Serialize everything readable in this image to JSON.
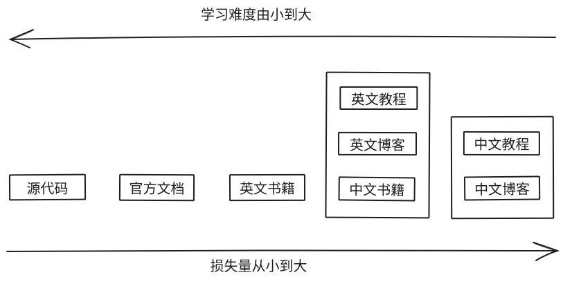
{
  "diagram": {
    "top_axis_label": "学习难度由小到大",
    "bottom_axis_label": "损失量从小到大",
    "standalone_boxes": [
      {
        "label": "源代码"
      },
      {
        "label": "官方文档"
      },
      {
        "label": "英文书籍"
      }
    ],
    "groups": [
      {
        "items": [
          {
            "label": "英文教程"
          },
          {
            "label": "英文博客"
          },
          {
            "label": "中文书籍"
          }
        ]
      },
      {
        "items": [
          {
            "label": "中文教程"
          },
          {
            "label": "中文博客"
          }
        ]
      }
    ],
    "colors": {
      "ink": "#1e1e1e",
      "background": "#ffffff"
    }
  }
}
